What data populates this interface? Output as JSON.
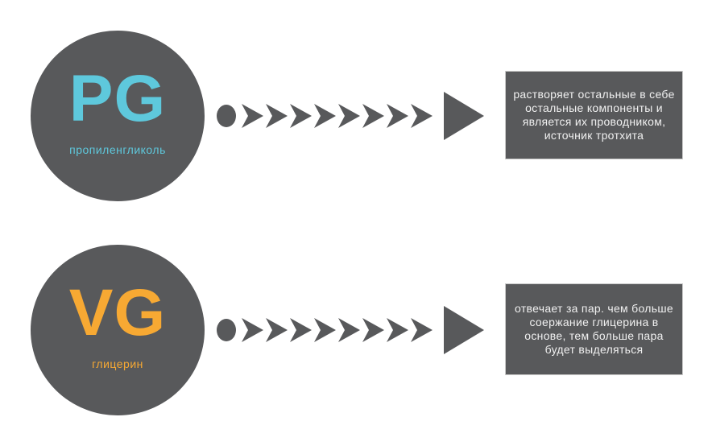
{
  "colors": {
    "dark_gray": "#58595b",
    "cyan_accent": "#5ec8dc",
    "orange_accent": "#f7a933",
    "box_text": "#f0f0f0",
    "background": "#ffffff"
  },
  "arrow": {
    "dot_icon": "dot-icon",
    "chevron_icon": "chevron-right-icon",
    "chevron_count": 8,
    "head_icon": "triangle-right-icon"
  },
  "rows": [
    {
      "abbr": "PG",
      "label": "пропиленгликоль",
      "description_lines": [
        "растворяет остальные в себе",
        "остальные компоненты и",
        "является их проводником,",
        "источник тротхита"
      ],
      "accent": "#5ec8dc"
    },
    {
      "abbr": "VG",
      "label": "глицерин",
      "description_lines": [
        "отвечает за пар. чем больше",
        "соержание глицерина в",
        "основе, тем больше пара",
        "будет выделяться"
      ],
      "accent": "#f7a933"
    }
  ]
}
